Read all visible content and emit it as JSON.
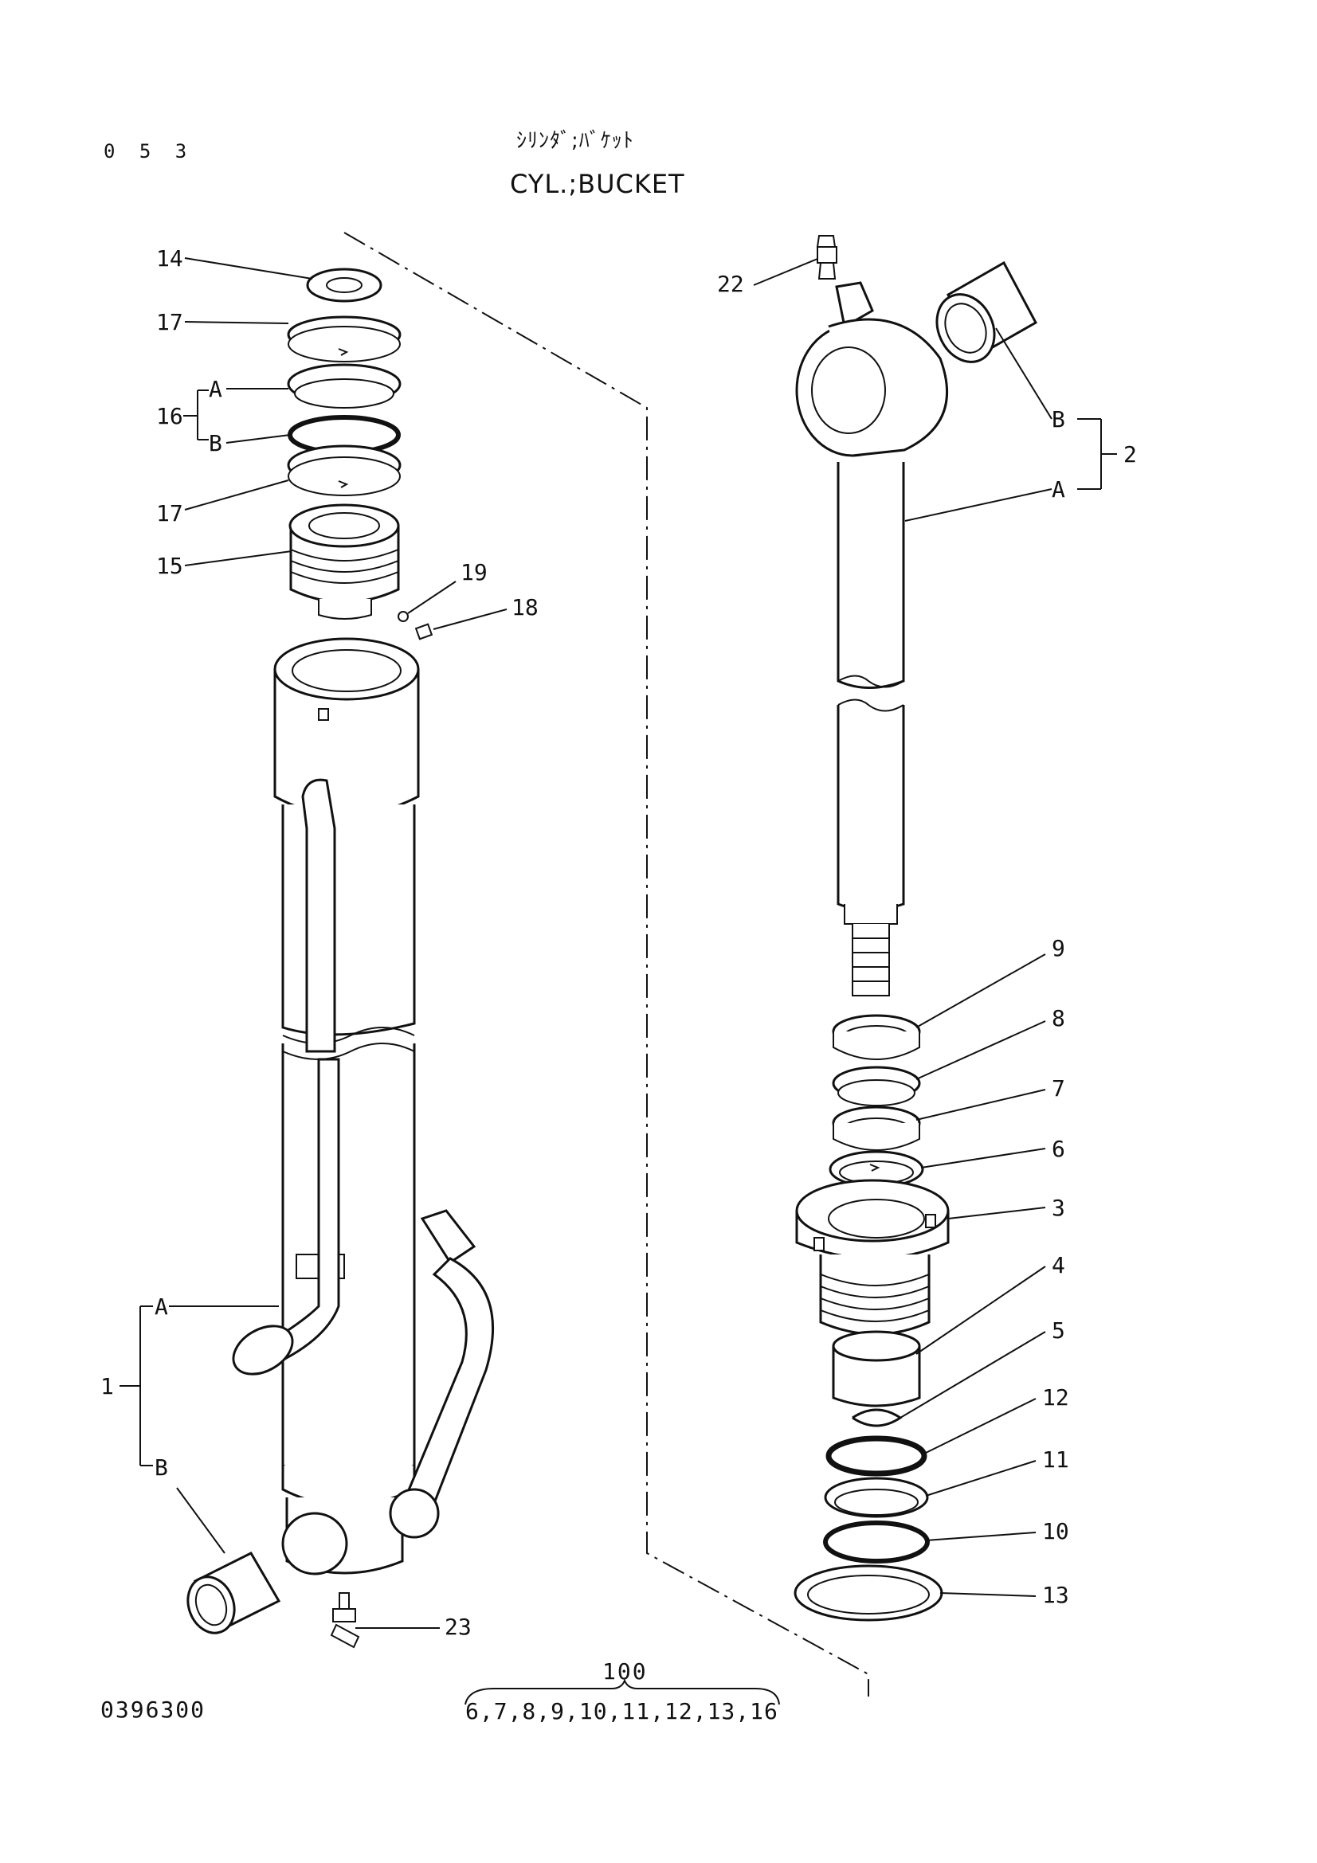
{
  "header": {
    "page_number": "0 5 3",
    "title_jp": "ｼﾘﾝﾀﾞ;ﾊﾞｹｯﾄ",
    "title_en": "CYL.;BUCKET"
  },
  "footer": {
    "drawing_number": "0396300",
    "assembly_number": "100",
    "assembly_components": "6,7,8,9,10,11,12,13,16"
  },
  "callouts": {
    "p14": "14",
    "p17a": "17",
    "p16": "16",
    "p16a": "A",
    "p16b": "B",
    "p17b": "17",
    "p15": "15",
    "p19": "19",
    "p18": "18",
    "p1": "1",
    "p1a": "A",
    "p1b": "B",
    "p23": "23",
    "p22": "22",
    "p2": "2",
    "p2a": "A",
    "p2b": "B",
    "p9": "9",
    "p8": "8",
    "p7": "7",
    "p6": "6",
    "p3": "3",
    "p4": "4",
    "p5": "5",
    "p12": "12",
    "p11": "11",
    "p10": "10",
    "p13": "13"
  }
}
